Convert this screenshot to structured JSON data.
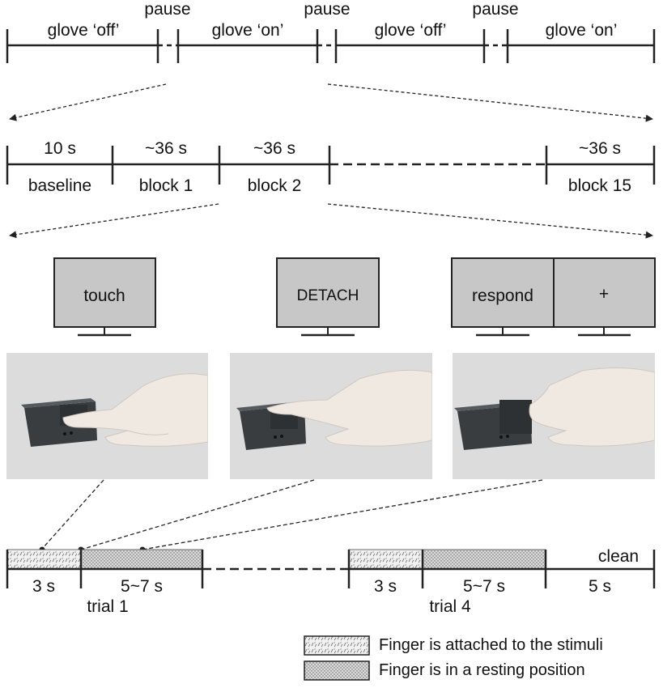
{
  "session_timeline": {
    "segments": [
      "glove ‘off’",
      "glove ‘on’",
      "glove ‘off’",
      "glove ‘on’"
    ],
    "pauses": [
      "pause",
      "pause",
      "pause"
    ]
  },
  "block_timeline": {
    "durations": [
      "10 s",
      "~36 s",
      "~36 s",
      "~36 s"
    ],
    "labels": [
      "baseline",
      "block 1",
      "block 2",
      "block 15"
    ]
  },
  "screens": {
    "touch": "touch",
    "detach": "DETACH",
    "respond": "respond",
    "fixation": "+"
  },
  "trial_timeline": {
    "durations": [
      "3 s",
      "5~7 s",
      "3 s",
      "5~7 s",
      "5 s"
    ],
    "trials": [
      "trial 1",
      "trial 4"
    ],
    "clean": "clean"
  },
  "legend": {
    "attached": "Finger is attached to the stimuli",
    "resting": "Finger is in a resting position"
  },
  "colors": {
    "screen_fill": "#c7c7c7",
    "photo_bg": "#dcdcdc",
    "glove": "#efe9e2",
    "stimulus": "#3a3d40"
  }
}
